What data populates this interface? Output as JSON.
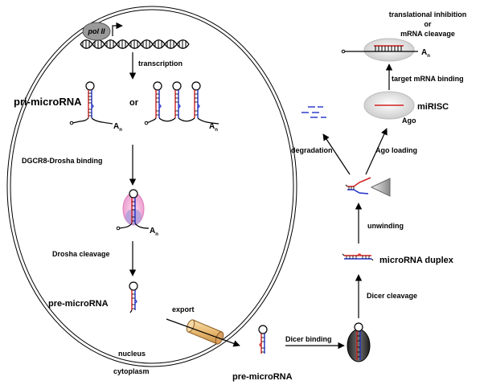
{
  "labels": {
    "pol_ii": "pol II",
    "transcription": "transcription",
    "pri_microrna": "pri-microRNA",
    "or": "or",
    "polya_base": "A",
    "polya_sub": "n",
    "dgcr8_drosha_binding": "DGCR8-Drosha binding",
    "drosha_cleavage": "Drosha cleavage",
    "pre_microrna_nucleus": "pre-microRNA",
    "export": "export",
    "nucleus": "nucleus",
    "cytoplasm": "cytoplasm",
    "pre_microrna_cytoplasm": "pre-microRNA",
    "dicer_binding": "Dicer binding",
    "dicer_cleavage": "Dicer cleavage",
    "microrna_duplex": "microRNA duplex",
    "unwinding": "unwinding",
    "degradation": "degradation",
    "ago_loading": "Ago loading",
    "mirisc": "miRISC",
    "ago": "Ago",
    "target_mrna_binding": "target mRNA binding",
    "outcome_line1": "translational inhibition",
    "outcome_line2": "or",
    "outcome_line3": "mRNA cleavage"
  },
  "colors": {
    "rna_red": "#d22020",
    "rna_blue": "#2030c8",
    "drosha_pink": "#f0a0d8",
    "dgcr8_purple": "#b0a0dc",
    "exportin_tan": "#f0c888",
    "dicer_dark": "#404040",
    "ago_grey": "#d8d8d8",
    "pol_grey": "#909090"
  }
}
